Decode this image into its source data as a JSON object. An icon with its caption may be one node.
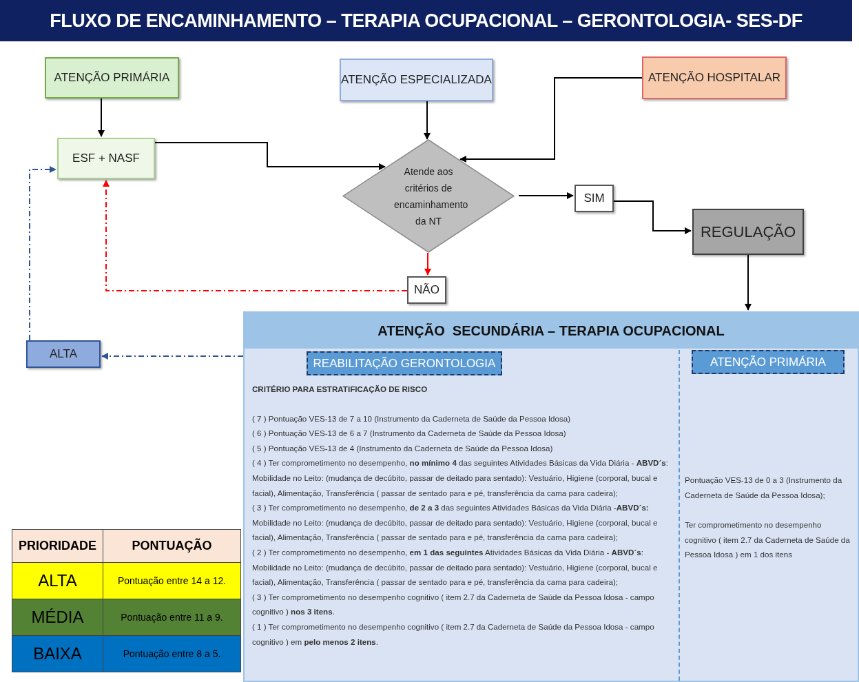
{
  "diagram": {
    "title": "FLUXO DE ENCAMINHAMENTO – TERAPIA OCUPACIONAL – GERONTOLOGIA- SES-DF",
    "nodes": [
      {
        "text": [
          "ATENÇÃO PRIMÁRIA"
        ]
      },
      {
        "text": [
          "ATENÇÃO ESPECIALIZADA"
        ]
      },
      {
        "text": [
          "ATENÇÃO HOSPITALAR"
        ]
      },
      {
        "text": [
          "ESF + NASF"
        ]
      },
      {
        "text": [
          "Atende aos critérios de encaminhamento da NT"
        ]
      },
      {
        "text": [
          "SIM"
        ]
      },
      {
        "text": [
          "REGULAÇÃO"
        ]
      },
      {
        "text": [
          "NÃO"
        ]
      },
      {
        "text": [
          "ATENÇÃO  SECUNDÁRIA – TERAPIA OCUPACIONAL",
          "CRITÉRIO PARA ESTRATIFICAÇÃO DE RISCO",
          "( 7 ) Pontuação VES-13 de 7 a 10 (Instrumento da Caderneta de Saúde da Pessoa Idosa)",
          "( 6 ) Pontuação VES-13 de 6 a 7 (Instrumento da Caderneta de Saúde da Pessoa Idosa)",
          "( 5 ) Pontuação VES-13 de 4 (Instrumento da Caderneta de Saúde da Pessoa Idosa)",
          "( 4 ) Ter comprometimento no desempenho, **no mínimo 4** das seguintes Atividades Básicas da Vida Diária - **ABVD´s**: Mobilidade no Leito: (mudança de decúbito, passar de deitado para sentado): Vestuário, Higiene (corporal, bucal e facial), Alimentação, Transferência ( passar de sentado para e pé, transferência da cama para cadeira);",
          "( 3 ) Ter comprometimento no desempenho, **de 2 a 3** das seguintes Atividades Básicas da Vida Diária -**ABVD´s:** Mobilidade no Leito: (mudança de decúbito, passar de deitado para sentado): Vestuário, Higiene (corporal, bucal e facial), Alimentação, Transferência ( passar de sentado para e pé, transferência da cama para cadeira);",
          "( 2 ) Ter comprometimento no desempenho, **em 1 das seguintes** Atividades Básicas da Vida Diária - **ABVD´s**: Mobilidade no Leito: (mudança de decúbito, passar de deitado para sentado): Vestuário, Higiene (corporal, bucal e facial), Alimentação, Transferência ( passar de sentado para e pé, transferência da cama para cadeira);",
          "( 3 ) Ter comprometimento no desempenho cognitivo ( item 2.7 da Caderneta de Saúde da Pessoa Idosa - campo cognitivo ) **nos 3 itens**.",
          "( 1 ) Ter comprometimento no desempenho cognitivo ( item 2.7 da Caderneta de Saúde da Pessoa Idosa - campo cognitivo ) em **pelo menos 2 itens**.",
          "Pontuação VES-13 de 0 a 3 (Instrumento da Caderneta de Saúde da Pessoa Idosa);",
          "Ter comprometimento no desempenho cognitivo ( item 2.7 da Caderneta de Saúde da Pessoa Idosa ) em 1 dos itens"
        ]
      },
      {
        "text": [
          "REABILITAÇÃO GERONTOLOGIA"
        ],
        "in": 8
      },
      {
        "text": [
          "ATENÇÃO PRIMÁRIA"
        ],
        "in": 8
      },
      {
        "text": [
          "ALTA"
        ]
      }
    ],
    "edges": [
      {
        "from": 0,
        "to": 3,
        "arrow": "to"
      },
      {
        "from": 3,
        "to": 4,
        "arrow": "to"
      },
      {
        "from": 1,
        "to": 4,
        "arrow": "to"
      },
      {
        "from": 2,
        "to": 4,
        "arrow": "to"
      },
      {
        "from": 4,
        "to": 5,
        "arrow": "to"
      },
      {
        "from": 5,
        "to": 6,
        "arrow": "to"
      },
      {
        "from": 6,
        "to": 8,
        "arrow": "to"
      },
      {
        "from": 4,
        "to": 7,
        "arrow": "to",
        "color": "#ff0000"
      },
      {
        "from": 7,
        "to": 3,
        "arrow": "to",
        "style": "dashed",
        "color": "#ff0000"
      },
      {
        "from": 8,
        "to": 11,
        "arrow": "to",
        "style": "dashed",
        "color": "#2f5597"
      },
      {
        "from": 11,
        "to": 3,
        "arrow": "to",
        "style": "dashed",
        "color": "#2f5597"
      }
    ],
    "labels": [
      "PRIORIDADE",
      "PONTUAÇÃO",
      "ALTA",
      "Pontuação entre 14 a 12.",
      "MÉDIA",
      "Pontuação entre 11 a 9.",
      "BAIXA",
      "Pontuação entre 8 a 5."
    ]
  }
}
